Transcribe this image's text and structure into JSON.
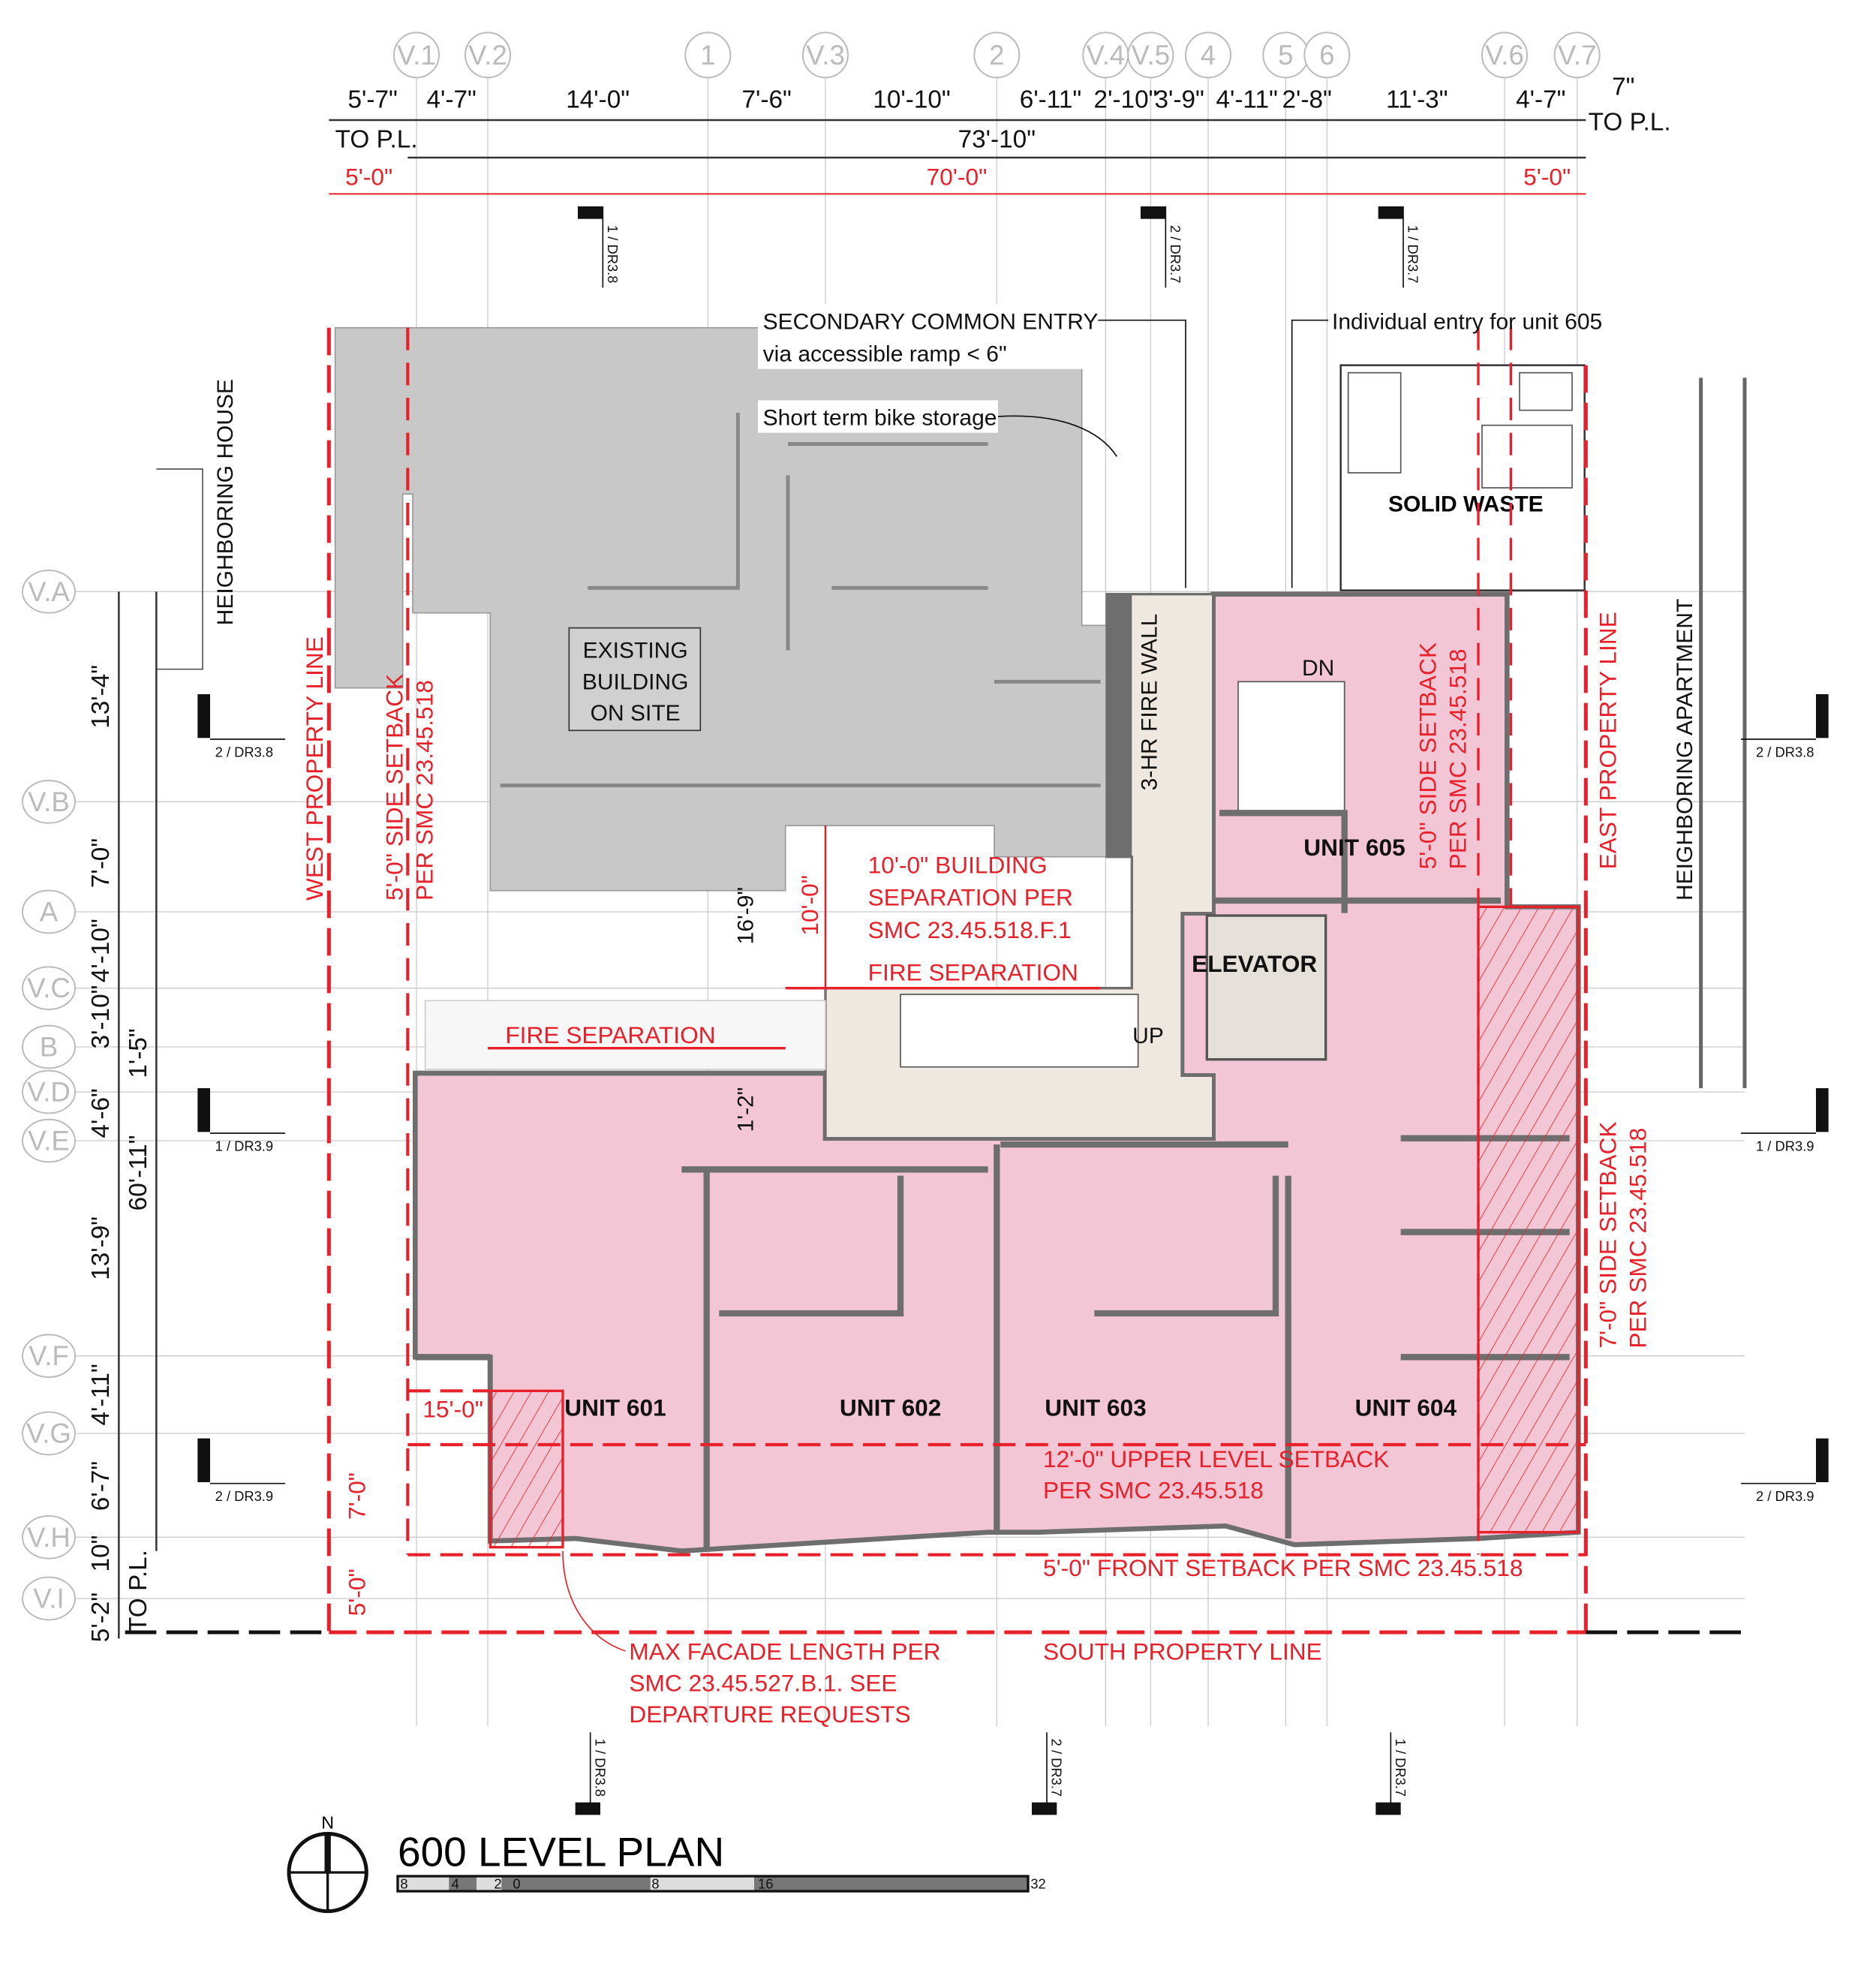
{
  "title": "600 LEVEL PLAN",
  "north_label": "N",
  "colors": {
    "property_line": "#e8202a",
    "unit_fill": "#f3c6d6",
    "existing_building": "#c8c8c8",
    "core_fill": "#efe8e0",
    "wall": "#6e6e6e"
  },
  "grid_top": [
    "V.1",
    "V.2",
    "1",
    "V.3",
    "2",
    "V.4",
    "V.5",
    "4",
    "5",
    "6",
    "V.6",
    "V.7"
  ],
  "grid_left": [
    "V.A",
    "V.B",
    "A",
    "V.C",
    "B",
    "V.D",
    "V.E",
    "V.F",
    "V.G",
    "V.H",
    "V.I"
  ],
  "dims_top": [
    "5'-7\"",
    "4'-7\"",
    "14'-0\"",
    "7'-6\"",
    "10'-10\"",
    "6'-11\"",
    "2'-10\"",
    "3'-9\"",
    "4'-11\"",
    "2'-8\"",
    "11'-3\"",
    "4'-7\"",
    "7\""
  ],
  "dims_top_overall": "73'-10\"",
  "dims_top_to_pl_left": "TO P.L.",
  "dims_top_to_pl_right": "TO P.L.",
  "dims_top_red": [
    "5'-0\"",
    "70'-0\"",
    "5'-0\""
  ],
  "dims_left": [
    "13'-4\"",
    "7'-0\"",
    "4'-10\"",
    "3'-10\"",
    "4'-6\"",
    "13'-9\"",
    "4'-11\"",
    "6'-7\"",
    "10\"",
    "5'-2\""
  ],
  "dims_left_extra": [
    "1'-5\"",
    "60'-11\"",
    "TO P.L."
  ],
  "section_marks": {
    "top": [
      "1 / DR3.8",
      "2 / DR3.7",
      "1 / DR3.7"
    ],
    "left": [
      "2 / DR3.8",
      "1 / DR3.9",
      "2 / DR3.9"
    ],
    "right": [
      "2 / DR3.8",
      "1 / DR3.9",
      "2 / DR3.9"
    ],
    "bottom": [
      "1 / DR3.8",
      "2 / DR3.7",
      "1 / DR3.7"
    ]
  },
  "labels": {
    "secondary_entry_1": "SECONDARY COMMON ENTRY",
    "secondary_entry_2": "via accessible ramp < 6\"",
    "bike_storage": "Short term bike storage",
    "individual_entry": "Individual entry for unit 605",
    "solid_waste": "SOLID WASTE",
    "neighboring_house": "HEIGHBORING HOUSE",
    "neighboring_apartment": "HEIGHBORING APARTMENT",
    "existing_1": "EXISTING",
    "existing_2": "BUILDING",
    "existing_3": "ON SITE",
    "fire_wall": "3-HR FIRE WALL",
    "dn": "DN",
    "up": "UP",
    "elevator": "ELEVATOR",
    "dim_16_9": "16'-9\"",
    "dim_1_2": "1'-2\""
  },
  "units": [
    "UNIT 601",
    "UNIT 602",
    "UNIT 603",
    "UNIT 604",
    "UNIT 605"
  ],
  "red_notes": {
    "west_pl": "WEST PROPERTY LINE",
    "east_pl": "EAST PROPERTY LINE",
    "south_pl": "SOUTH PROPERTY LINE",
    "west_setback_1": "5'-0\" SIDE SETBACK",
    "west_setback_2": "PER SMC 23.45.518",
    "east_setback_1": "5'-0\" SIDE SETBACK",
    "east_setback_2": "PER SMC 23.45.518",
    "east_side_7_1": "7'-0\" SIDE SETBACK",
    "east_side_7_2": "PER SMC 23.45.518",
    "separation_dim": "10'-0\"",
    "separation_1": "10'-0\" BUILDING",
    "separation_2": "SEPARATION PER",
    "separation_3": "SMC 23.45.518.F.1",
    "fire_sep_1": "FIRE SEPARATION",
    "fire_sep_2": "FIRE SEPARATION",
    "dim_15": "15'-0\"",
    "dim_7": "7'-0\"",
    "dim_5": "5'-0\"",
    "upper_setback_1": "12'-0\" UPPER LEVEL SETBACK",
    "upper_setback_2": "PER SMC 23.45.518",
    "front_setback": "5'-0\" FRONT SETBACK PER SMC 23.45.518",
    "facade_1": "MAX FACADE LENGTH PER",
    "facade_2": "SMC 23.45.527.B.1. SEE",
    "facade_3": "DEPARTURE REQUESTS"
  },
  "scale_bar": [
    "8",
    "4",
    "2",
    "0",
    "8",
    "16",
    "32"
  ]
}
